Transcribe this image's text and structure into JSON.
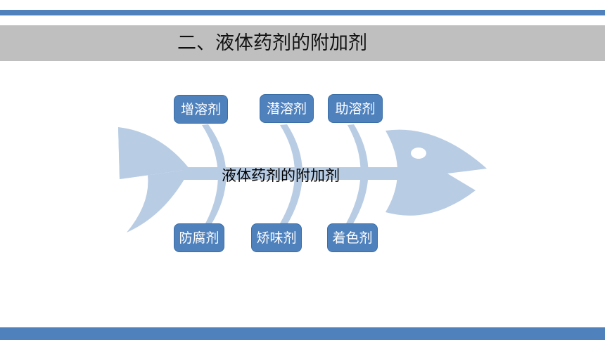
{
  "slide": {
    "title": "二、液体药剂的附加剂"
  },
  "diagram": {
    "center_label": "液体药剂的附加剂",
    "top_nodes": [
      "增溶剂",
      "潜溶剂",
      "助溶剂"
    ],
    "bottom_nodes": [
      "防腐剂",
      "矫味剂",
      "着色剂"
    ]
  },
  "colors": {
    "accent_bar": "#4f81bd",
    "title_band": "#bfbfbf",
    "node_fill": "#4f81bd",
    "fish_fill": "#b8cce4"
  }
}
